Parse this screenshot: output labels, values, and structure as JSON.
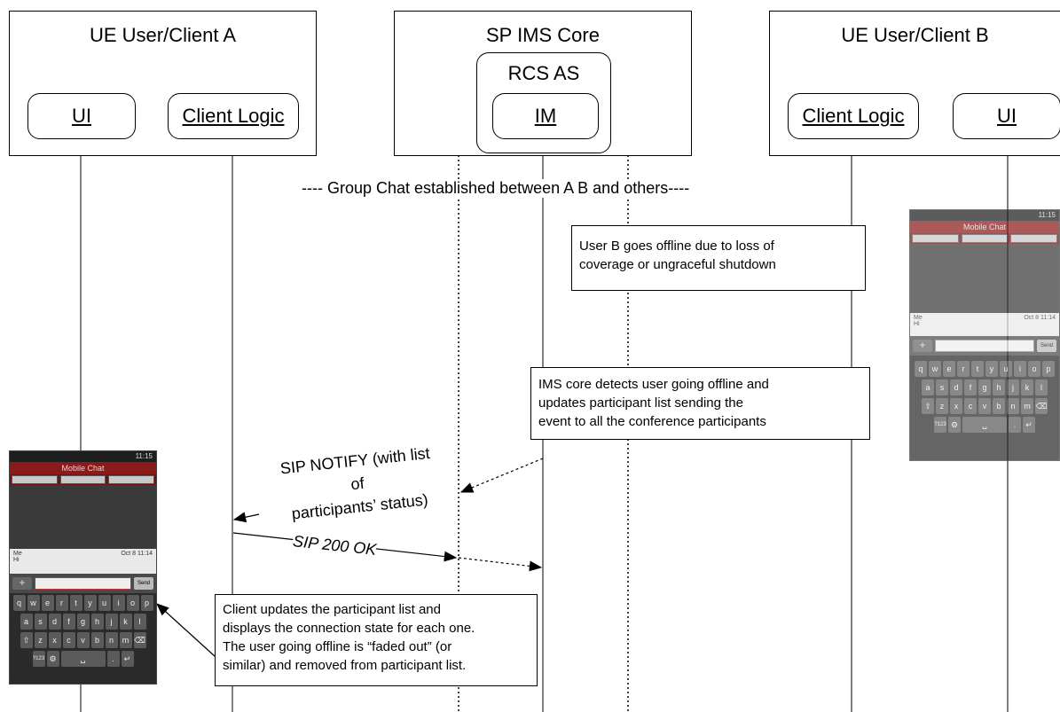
{
  "entities": {
    "ue_a": {
      "title": "UE User/Client A",
      "ui": "UI",
      "logic": "Client Logic"
    },
    "core": {
      "title": "SP IMS Core",
      "rcs": "RCS AS",
      "im": "IM"
    },
    "ue_b": {
      "title": "UE User/Client B",
      "logic": "Client Logic",
      "ui": "UI"
    }
  },
  "messages": {
    "group_chat": "---- Group Chat established between A B and others----",
    "notify": [
      "SIP NOTIFY (with list",
      "of",
      "participants’ status)"
    ],
    "ok": "SIP 200 OK"
  },
  "notes": {
    "offline": [
      "User B goes offline due to loss of",
      "coverage or ungraceful shutdown"
    ],
    "detect": [
      "IMS core detects user going offline and",
      "updates participant list sending the",
      "event to all the conference participants"
    ],
    "client": [
      "Client updates the participant list and",
      "displays the connection state for each one.",
      "The user going offline is “faded out” (or",
      "similar) and removed from participant list."
    ]
  },
  "phone": {
    "status_time": "11:15",
    "app_title": "Mobile Chat",
    "msg_sender": "Me",
    "msg_time": "Oct 8 11:14",
    "msg_text": "Hi",
    "send_label": "Send",
    "keys_row1": [
      "q",
      "w",
      "e",
      "r",
      "t",
      "y",
      "u",
      "i",
      "o",
      "p"
    ],
    "keys_row2": [
      "a",
      "s",
      "d",
      "f",
      "g",
      "h",
      "j",
      "k",
      "l"
    ],
    "keys_row3": [
      "⇧",
      "z",
      "x",
      "c",
      "v",
      "b",
      "n",
      "m",
      "⌫"
    ],
    "keys_row4": [
      "?123",
      "⚙",
      "␣",
      ".",
      "↵"
    ]
  },
  "colors": {
    "line": "#000000",
    "phone_bar": "#8b1a1a"
  }
}
